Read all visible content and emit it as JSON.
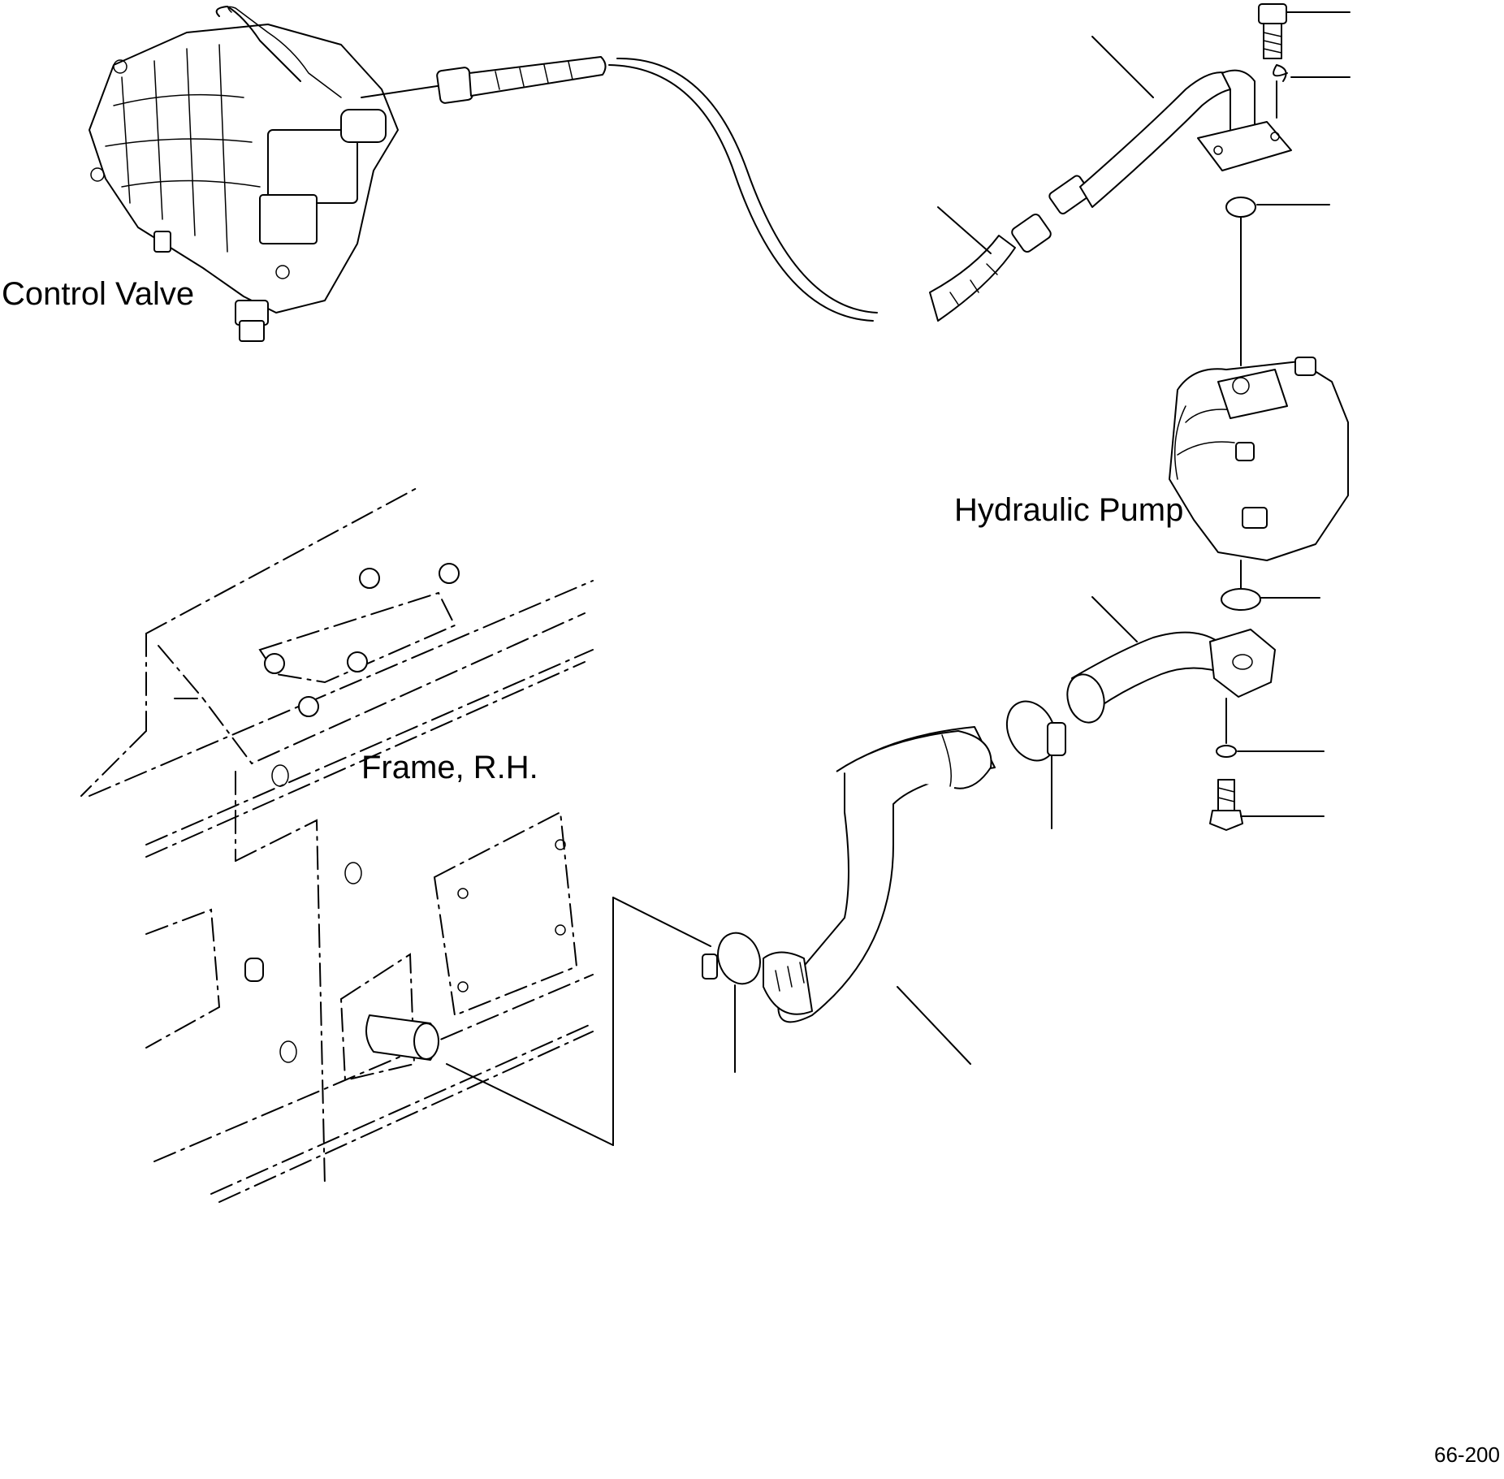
{
  "labels": {
    "control_valve": "Control Valve",
    "hydraulic_pump": "Hydraulic Pump",
    "frame": "Frame, R.H."
  },
  "figure_number": "66-200"
}
